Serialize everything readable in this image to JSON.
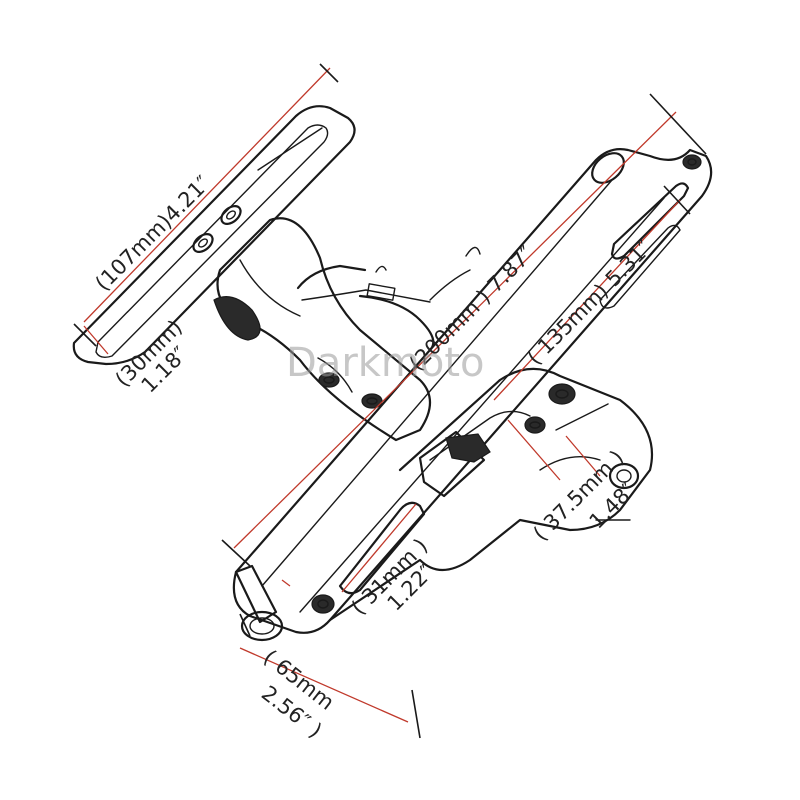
{
  "watermark": "Darkmoto",
  "dimensions": {
    "bracket_width": "(107mm)4.21″",
    "bracket_height_mm": "(30mm)",
    "bracket_height_in": "1.18″",
    "total_length": "(200mm ) 7.87″",
    "arm_length": "( 135mm) 5.31″",
    "plate_offset_mm": "( 37.5mm )",
    "plate_offset_in": "1.48″",
    "slot_length_mm": "( 31mm )",
    "slot_length_in": "1.22″",
    "base_width_mm": "( 65mm",
    "base_width_in": "2.56″ )"
  },
  "colors": {
    "dimension_line": "#c0392b",
    "outline": "#1a1a1a"
  }
}
